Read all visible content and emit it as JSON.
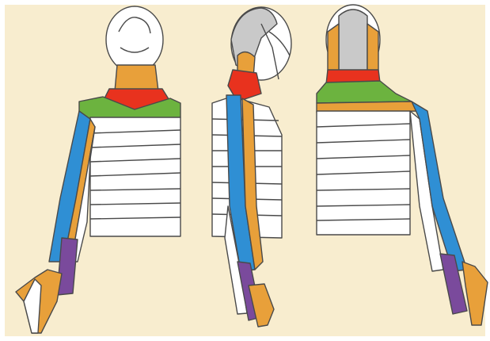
{
  "diagram": {
    "views": [
      "front",
      "side",
      "back"
    ],
    "colors": {
      "background": "#f8edcf",
      "skin_outline": "#4a4a4a",
      "head_gray": "#c9c9c9",
      "orange": "#e8a03a",
      "red": "#e8321e",
      "green": "#6cb33f",
      "blue": "#2f8fd4",
      "purple": "#7a4a9c",
      "white": "#ffffff"
    }
  }
}
